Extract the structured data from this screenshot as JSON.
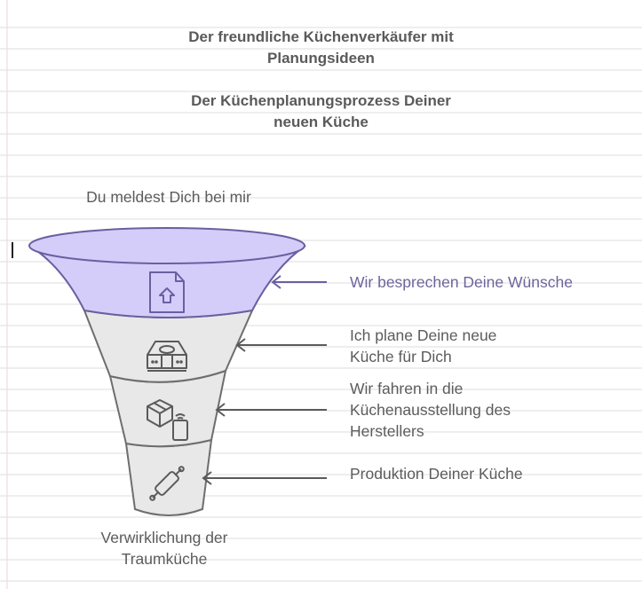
{
  "titles": {
    "line1": "Der freundliche Küchenverkäufer mit",
    "line2": "Planungsideen",
    "line3": "Der Küchenplanungsprozess Deiner",
    "line4": "neuen Küche"
  },
  "funnel": {
    "top_label": "Du meldest Dich bei mir",
    "bottom_label_line1": "Verwirklichung der",
    "bottom_label_line2": "Traumküche",
    "stages": [
      {
        "icon": "file-home-icon",
        "label": "Wir besprechen Deine Wünsche",
        "highlighted": true
      },
      {
        "icon": "cooktop-appliance-icon",
        "label_line1": "Ich plane Deine neue",
        "label_line2": "Küche für Dich"
      },
      {
        "icon": "box-phone-icon",
        "label_line1": "Wir fahren in die",
        "label_line2": "Küchenausstellung des",
        "label_line3": "Herstellers"
      },
      {
        "icon": "rolling-pin-icon",
        "label": "Produktion Deiner Küche"
      }
    ]
  },
  "colors": {
    "highlight_fill": "#d4cdfa",
    "highlight_stroke": "#6b5fa0",
    "highlight_text": "#6f659a",
    "stage_fill": "#e8e8e8",
    "stage_stroke": "#6e6e6e",
    "text": "#5c5c5c"
  }
}
